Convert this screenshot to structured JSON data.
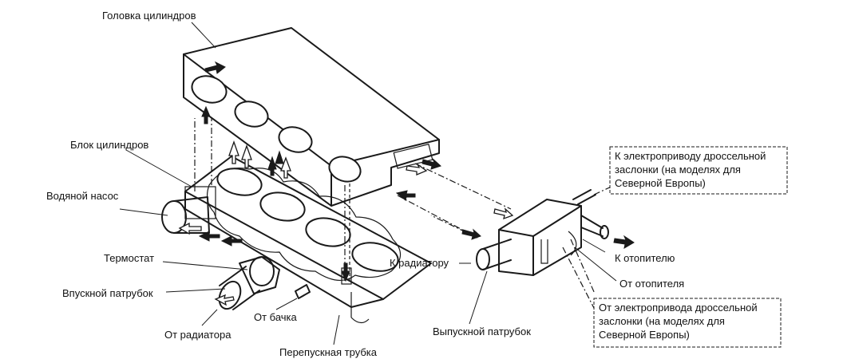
{
  "labels": {
    "cylinder_head": "Головка цилиндров",
    "cylinder_block": "Блок цилиндров",
    "water_pump": "Водяной насос",
    "thermostat": "Термостат",
    "inlet_pipe": "Впускной патрубок",
    "from_radiator": "От радиатора",
    "from_tank": "От бачка",
    "bypass_tube": "Перепускная трубка",
    "outlet_pipe": "Выпускной патрубок",
    "to_radiator": "К радиатору",
    "to_heater": "К отопителю",
    "from_heater": "От отопителя",
    "to_throttle_line1": "К электроприводу дроссельной",
    "to_throttle_line2": "заслонки (на моделях для",
    "to_throttle_line3": "Северной Европы)",
    "from_throttle_line1": "От электропривода дроссельной",
    "from_throttle_line2": "заслонки (на моделях для",
    "from_throttle_line3": "Северной Европы)"
  }
}
